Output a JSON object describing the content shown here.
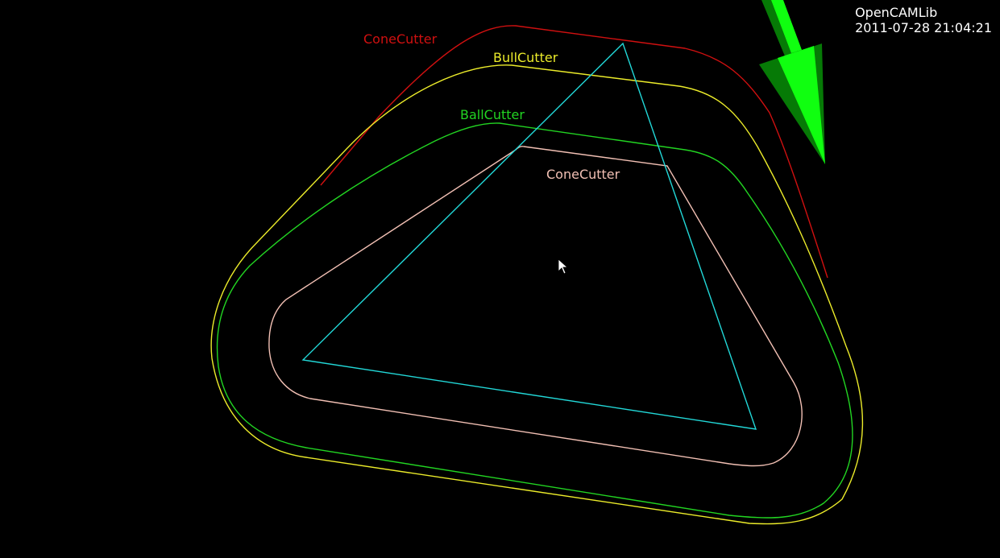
{
  "overlay": {
    "app_name": "OpenCAMLib",
    "timestamp": "2011-07-28 21:04:21",
    "text_color": "#ffffff"
  },
  "scene": {
    "background": "#000000",
    "labels": {
      "cone_outer": "ConeCutter",
      "bull": "BullCutter",
      "ball": "BallCutter",
      "cone_inner": "ConeCutter"
    },
    "colors": {
      "cone_outer": "#d01010",
      "bull": "#ecec2a",
      "ball": "#22d522",
      "cone_inner": "#f2c0b4",
      "triangle": "#22d8d8",
      "arrow_light": "#10ff10",
      "arrow_dark": "#067a06"
    },
    "objects": [
      "triangle-mesh",
      "offset-contour-cone-outer",
      "offset-contour-bull",
      "offset-contour-ball",
      "offset-contour-cone-inner",
      "direction-arrow"
    ],
    "cursor_icon": "mouse-pointer-icon"
  }
}
